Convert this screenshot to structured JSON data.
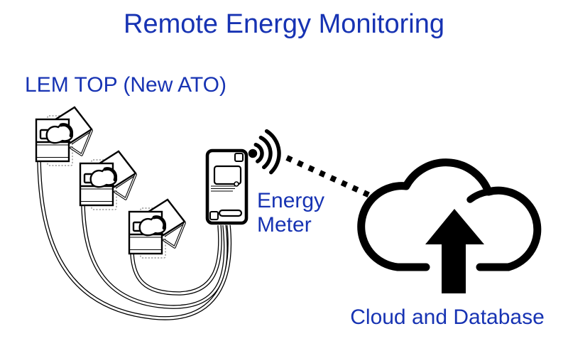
{
  "title": "Remote Energy Monitoring",
  "labels": {
    "sensor_group": "LEM TOP (New ATO)",
    "meter": "Energy Meter",
    "cloud": "Cloud and Database"
  },
  "colors": {
    "label_blue": "#1733b3",
    "diagram_black": "#000000",
    "ghost_gray": "#999999",
    "background": "#ffffff"
  },
  "diagram": {
    "icons": [
      "current-clamp-sensor-icon",
      "energy-meter-icon",
      "wifi-signal-icon",
      "wireless-dotted-link",
      "cloud-upload-icon"
    ],
    "sensor_count": 3,
    "flow": "LEM TOP clamps -> Energy Meter -> wireless -> Cloud and Database"
  }
}
